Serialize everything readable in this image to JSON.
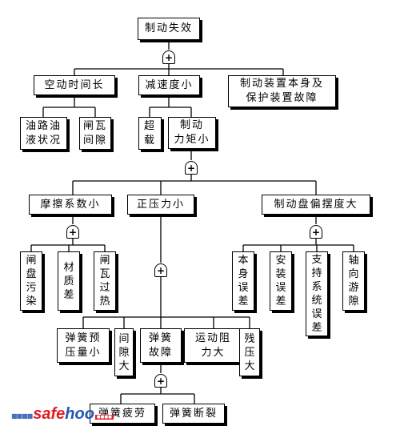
{
  "nodes": {
    "root": "制动失效",
    "long_time": "空动时间长",
    "low_decel": "减速度小",
    "device_fault": "制动装置本身及\n保护装置故障",
    "oil_state": "油路油\n液状况",
    "shoe_gap": "闸瓦\n间隙",
    "overload": "超\n载",
    "small_torque": "制动\n力矩小",
    "low_friction": "摩擦系数小",
    "low_pressure": "正压力小",
    "disc_deviation": "制动盘偏摆度大",
    "disc_dirty": "闸\n盘\n污\n染",
    "material_bad": "材\n质\n差",
    "shoe_overheat": "闸\n瓦\n过\n热",
    "self_error": "本\n身\n误\n差",
    "install_error": "安\n装\n误\n差",
    "support_error": "支\n持\n系\n统\n误\n差",
    "axial_play": "轴\n向\n游\n隙",
    "spring_preload": "弹簧预\n压量小",
    "gap_large": "间\n隙\n大",
    "spring_fault": "弹簧\n故障",
    "motion_resist": "运动阻\n力大",
    "residual_pressure": "残\n压\n大",
    "spring_fatigue": "弹簧疲劳",
    "spring_break": "弹簧断裂"
  },
  "gate_symbol": "+",
  "watermark": {
    "dots": "■■■■",
    "safe": "safe",
    "hoo": "hoo",
    "box": "■■■■"
  }
}
